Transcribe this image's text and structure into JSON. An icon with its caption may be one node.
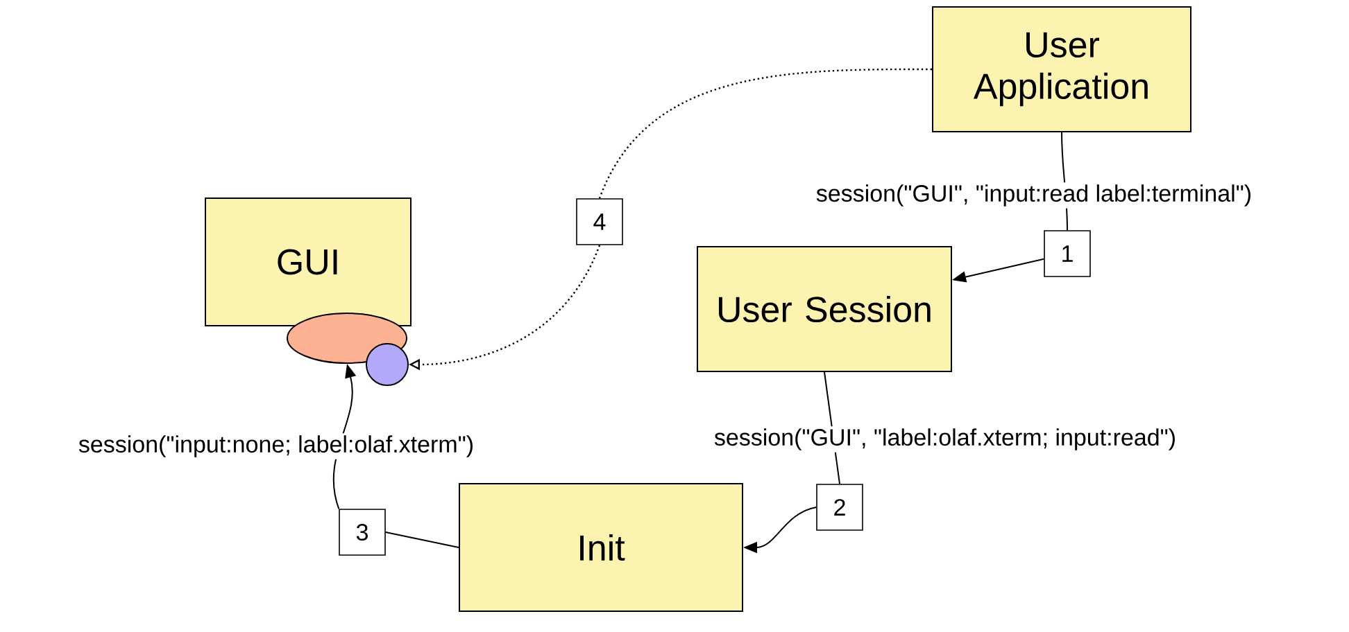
{
  "diagram": {
    "nodes": [
      {
        "text": [
          "User Application"
        ]
      },
      {
        "text": [
          "GUI"
        ]
      },
      {
        "text": [
          "4"
        ]
      },
      {
        "text": [
          "1"
        ]
      },
      {
        "text": [
          "User Session"
        ]
      },
      {
        "text": [
          "2"
        ]
      },
      {
        "text": [
          "3"
        ]
      },
      {
        "text": [
          "Init"
        ]
      },
      {
        "text": [],
        "shape": "ellipse"
      },
      {
        "text": [],
        "shape": "circle"
      }
    ],
    "edges": [
      {
        "from": 0,
        "to": 3,
        "arrow": "none",
        "label": "session(\"GUI\", \"input:read label:terminal\")"
      },
      {
        "from": 3,
        "to": 4,
        "arrow": "to"
      },
      {
        "from": 4,
        "to": 5,
        "arrow": "none",
        "label": "session(\"GUI\", \"label:olaf.xterm; input:read\")"
      },
      {
        "from": 5,
        "to": 7,
        "arrow": "to"
      },
      {
        "from": 7,
        "to": 6,
        "arrow": "none"
      },
      {
        "from": 6,
        "to": 8,
        "arrow": "to",
        "label": "session(\"input:none; label:olaf.xterm\")"
      },
      {
        "from": 0,
        "to": 2,
        "arrow": "none",
        "style": "dashed"
      },
      {
        "from": 2,
        "to": 9,
        "arrow": "to",
        "style": "dashed"
      }
    ]
  }
}
